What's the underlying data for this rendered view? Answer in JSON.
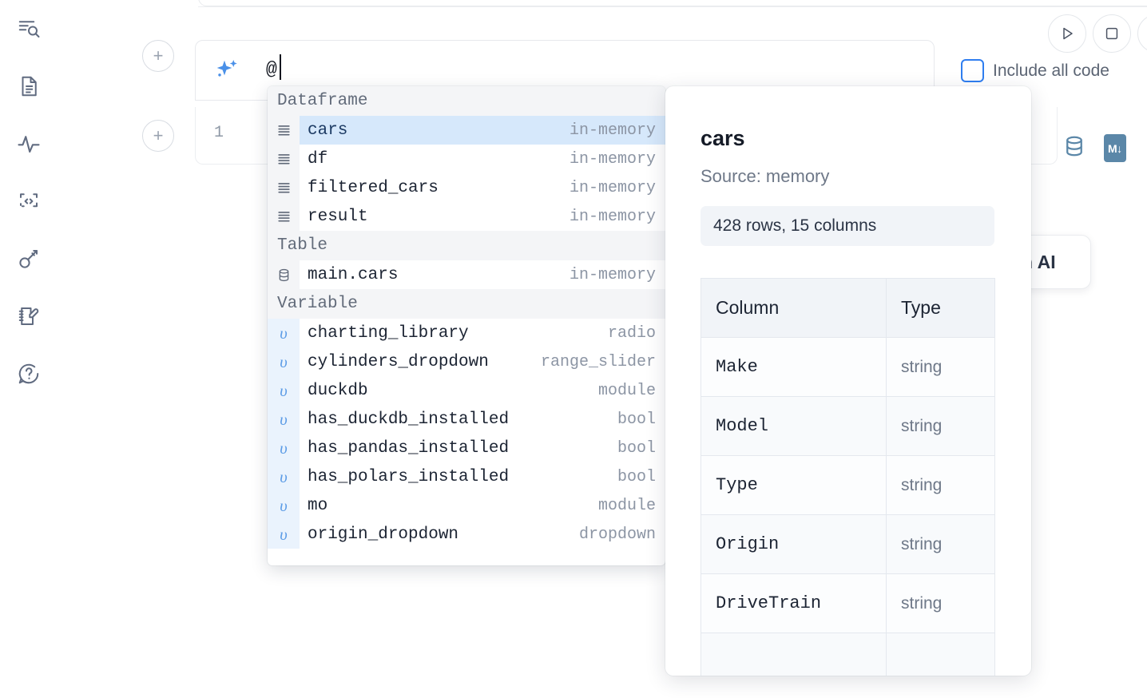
{
  "sidebar": {
    "items": [
      {
        "name": "outline-search-icon",
        "label": "Outline / Search"
      },
      {
        "name": "document-icon",
        "label": "Notebook"
      },
      {
        "name": "activity-icon",
        "label": "Activity"
      },
      {
        "name": "code-brackets-icon",
        "label": "Snippets"
      },
      {
        "name": "key-icon",
        "label": "Secrets"
      },
      {
        "name": "scratchpad-icon",
        "label": "Scratchpad"
      },
      {
        "name": "help-chat-icon",
        "label": "Help"
      }
    ]
  },
  "toolbar": {
    "run_label": "Run",
    "stop_label": "Interrupt",
    "include_all_code_label": "Include all code",
    "include_all_code_checked": false
  },
  "prompt": {
    "value": "@",
    "icon": "ai-sparkle-icon"
  },
  "cell": {
    "line_number": "1",
    "database_icon": "database-icon",
    "markdown_badge": "M",
    "markdown_arrow": "↓"
  },
  "ai_card": {
    "label": "h AI"
  },
  "add_buttons": {
    "glyph": "+",
    "label": "Add cell"
  },
  "autocomplete": {
    "groups": [
      {
        "title": "Dataframe",
        "icon": "dataframe-icon",
        "items": [
          {
            "name": "cars",
            "type": "in-memory",
            "selected": true
          },
          {
            "name": "df",
            "type": "in-memory",
            "selected": false
          },
          {
            "name": "filtered_cars",
            "type": "in-memory",
            "selected": false
          },
          {
            "name": "result",
            "type": "in-memory",
            "selected": false
          }
        ]
      },
      {
        "title": "Table",
        "icon": "database-icon",
        "items": [
          {
            "name": "main.cars",
            "type": "in-memory",
            "selected": false
          }
        ]
      },
      {
        "title": "Variable",
        "icon": "variable-icon",
        "items": [
          {
            "name": "charting_library",
            "type": "radio",
            "selected": false
          },
          {
            "name": "cylinders_dropdown",
            "type": "range_slider",
            "selected": false
          },
          {
            "name": "duckdb",
            "type": "module",
            "selected": false
          },
          {
            "name": "has_duckdb_installed",
            "type": "bool",
            "selected": false
          },
          {
            "name": "has_pandas_installed",
            "type": "bool",
            "selected": false
          },
          {
            "name": "has_polars_installed",
            "type": "bool",
            "selected": false
          },
          {
            "name": "mo",
            "type": "module",
            "selected": false
          },
          {
            "name": "origin_dropdown",
            "type": "dropdown",
            "selected": false
          }
        ]
      }
    ],
    "variable_glyph": "υ"
  },
  "doc_panel": {
    "title": "cars",
    "source": "Source: memory",
    "shape": "428 rows, 15 columns",
    "table": {
      "headers": [
        "Column",
        "Type"
      ],
      "rows": [
        [
          "Make",
          "string"
        ],
        [
          "Model",
          "string"
        ],
        [
          "Type",
          "string"
        ],
        [
          "Origin",
          "string"
        ],
        [
          "DriveTrain",
          "string"
        ]
      ]
    }
  },
  "colors": {
    "accent_blue": "#2f7ef0",
    "selection_blue": "#d6e8fb",
    "icon_steel": "#5b87a8",
    "group_header_bg": "#f4f5f7",
    "muted_text": "#8c95a4"
  }
}
